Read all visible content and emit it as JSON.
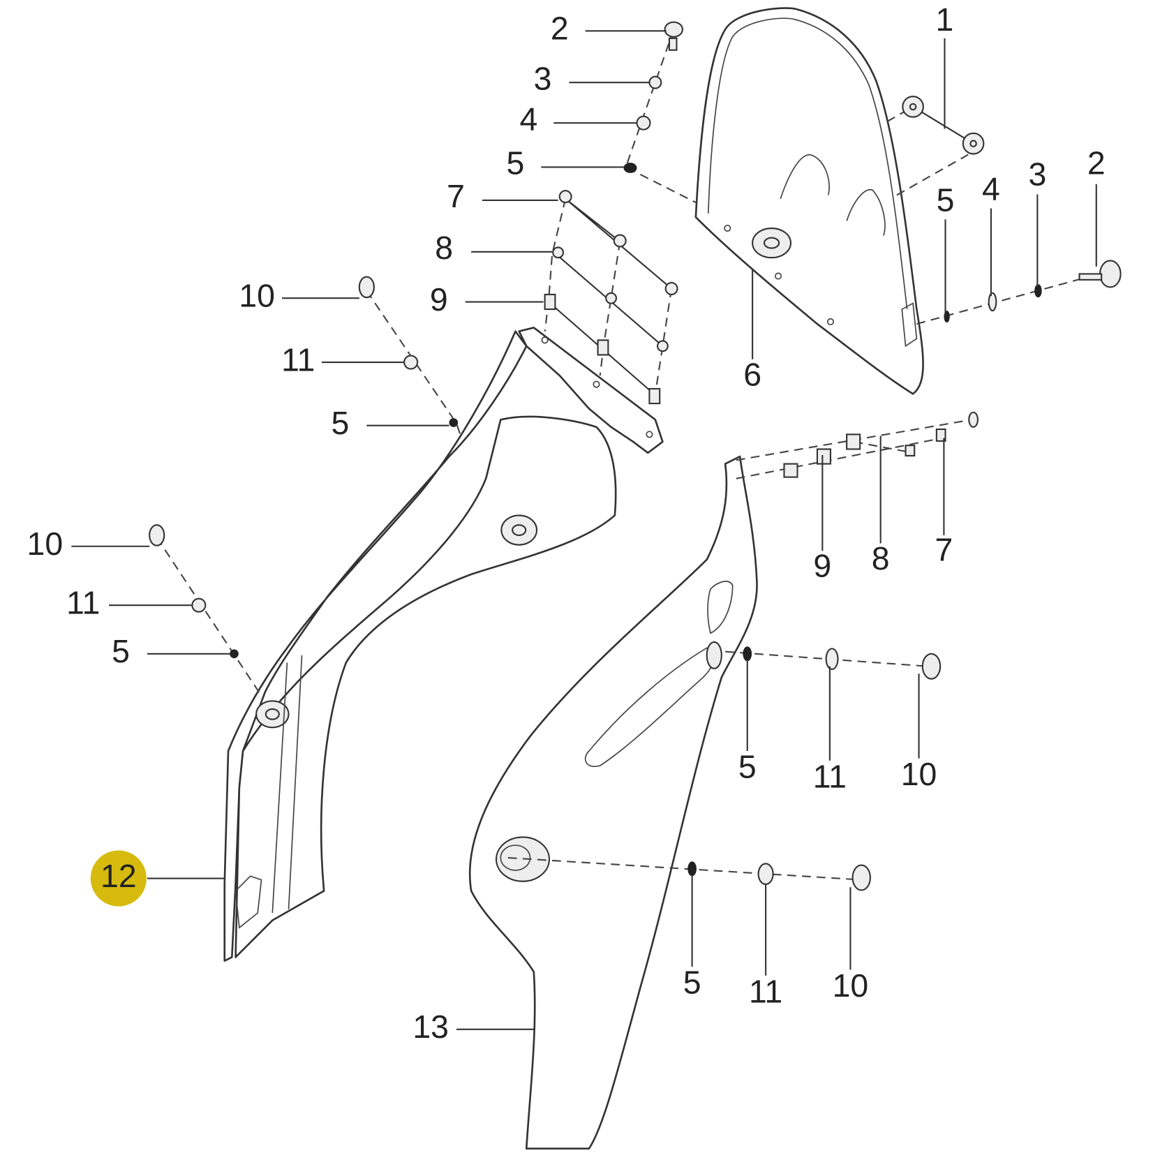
{
  "highlight_color": "#d6bb0e",
  "highlighted_part": "12",
  "labels": {
    "l1": "1",
    "l2": "2",
    "l3": "3",
    "l4": "4",
    "l5": "5",
    "l6": "6",
    "l7": "7",
    "l8": "8",
    "l9": "9",
    "l10": "10",
    "l11": "11",
    "l12": "12",
    "l13": "13"
  }
}
